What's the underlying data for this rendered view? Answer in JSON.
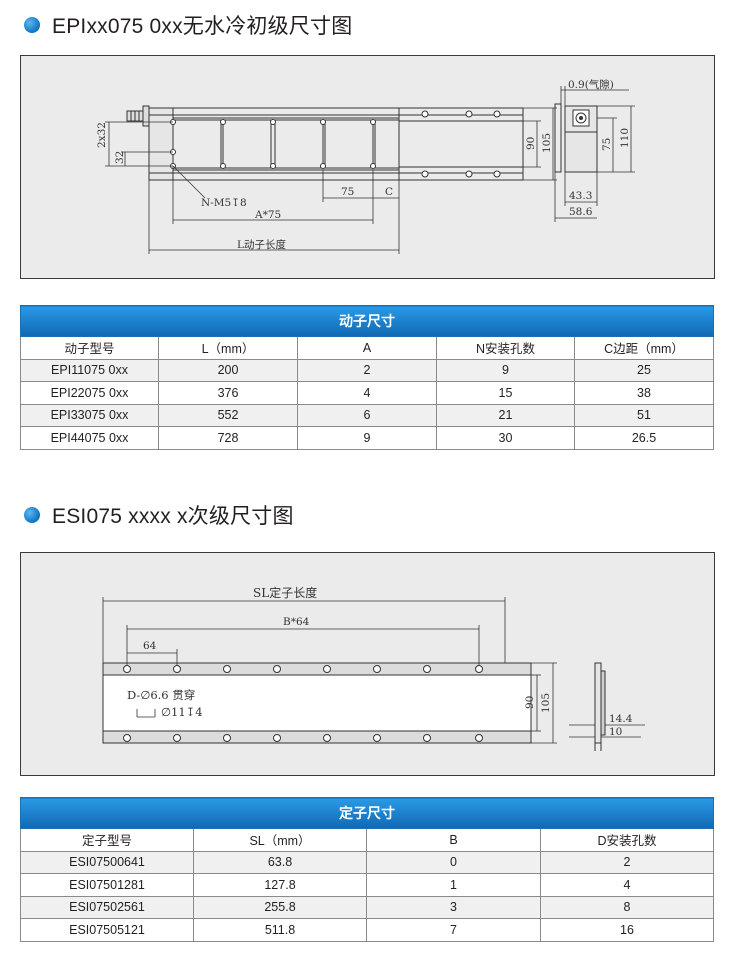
{
  "mover_section": {
    "title": "EPIxx075 0xx无水冷初级尺寸图",
    "labels": {
      "dim_2x32": "2x32",
      "dim_32": "32",
      "dim_90": "90",
      "dim_105": "105",
      "dim_nm5": "N-M5↧8",
      "dim_75": "75",
      "dim_c": "C",
      "dim_a75": "A*75",
      "dim_l": "L动子长度",
      "side_gap": "0.9(气隙)",
      "side_75": "75",
      "side_110": "110",
      "side_433": "43.3",
      "side_586": "58.6"
    }
  },
  "mover_table": {
    "caption": "动子尺寸",
    "headers": [
      "动子型号",
      "L（mm）",
      "A",
      "N安装孔数",
      "C边距（mm）"
    ],
    "rows": [
      [
        "EPI11075 0xx",
        "200",
        "2",
        "9",
        "25"
      ],
      [
        "EPI22075 0xx",
        "376",
        "4",
        "15",
        "38"
      ],
      [
        "EPI33075 0xx",
        "552",
        "6",
        "21",
        "51"
      ],
      [
        "EPI44075 0xx",
        "728",
        "9",
        "30",
        "26.5"
      ]
    ]
  },
  "stator_section": {
    "title": "ESI075 xxxx x次级尺寸图",
    "labels": {
      "dim_sl": "SL定子长度",
      "dim_b64": "B*64",
      "dim_64": "64",
      "hole_d": "D-∅6.6 贯穿",
      "hole_cb": "∅11↧4",
      "dim_90": "90",
      "dim_105": "105",
      "side_144": "14.4",
      "side_10": "10"
    }
  },
  "stator_table": {
    "caption": "定子尺寸",
    "headers": [
      "定子型号",
      "SL（mm）",
      "B",
      "D安装孔数"
    ],
    "rows": [
      [
        "ESI07500641",
        "63.8",
        "0",
        "2"
      ],
      [
        "ESI07501281",
        "127.8",
        "1",
        "4"
      ],
      [
        "ESI07502561",
        "255.8",
        "3",
        "8"
      ],
      [
        "ESI07505121",
        "511.8",
        "7",
        "16"
      ]
    ]
  }
}
